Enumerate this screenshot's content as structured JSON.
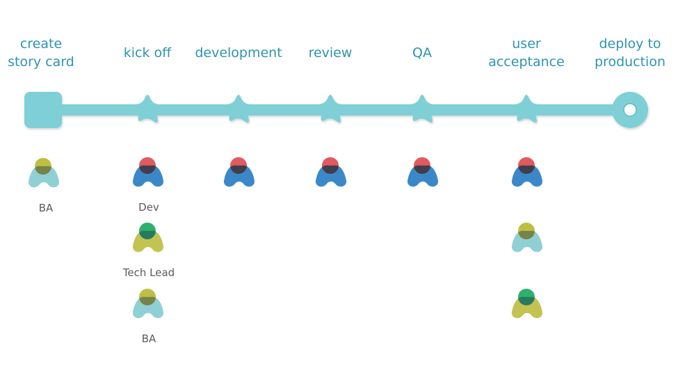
{
  "colors": {
    "track": "#7fcfd6",
    "stage_text": "#2e93b3",
    "role_text": "#5a5a5a",
    "dev_head": "#e05a60",
    "dev_body": "#3b88c9",
    "lead_head": "#2eb06f",
    "lead_body": "#c3c352",
    "ba_head": "#bdbf45",
    "ba_body": "#8fd0d4",
    "overlap": "#223a4c"
  },
  "stages": [
    {
      "label": "create\nstory card",
      "marker": "square-start"
    },
    {
      "label": "kick off",
      "marker": "splat"
    },
    {
      "label": "development",
      "marker": "splat"
    },
    {
      "label": "review",
      "marker": "splat"
    },
    {
      "label": "QA",
      "marker": "splat"
    },
    {
      "label": "user\nacceptance",
      "marker": "splat"
    },
    {
      "label": "deploy to\nproduction",
      "marker": "ring-end"
    }
  ],
  "figures": [
    {
      "stage": 0,
      "slot": 0,
      "role": "ba",
      "label": "BA"
    },
    {
      "stage": 1,
      "slot": 0,
      "role": "dev",
      "label": "Dev"
    },
    {
      "stage": 1,
      "slot": 1,
      "role": "lead",
      "label": "Tech Lead"
    },
    {
      "stage": 1,
      "slot": 2,
      "role": "ba",
      "label": "BA"
    },
    {
      "stage": 2,
      "slot": 0,
      "role": "dev",
      "label": ""
    },
    {
      "stage": 3,
      "slot": 0,
      "role": "dev",
      "label": ""
    },
    {
      "stage": 4,
      "slot": 0,
      "role": "dev",
      "label": ""
    },
    {
      "stage": 5,
      "slot": 0,
      "role": "dev",
      "label": ""
    },
    {
      "stage": 5,
      "slot": 1,
      "role": "ba",
      "label": ""
    },
    {
      "stage": 5,
      "slot": 2,
      "role": "lead",
      "label": ""
    }
  ]
}
